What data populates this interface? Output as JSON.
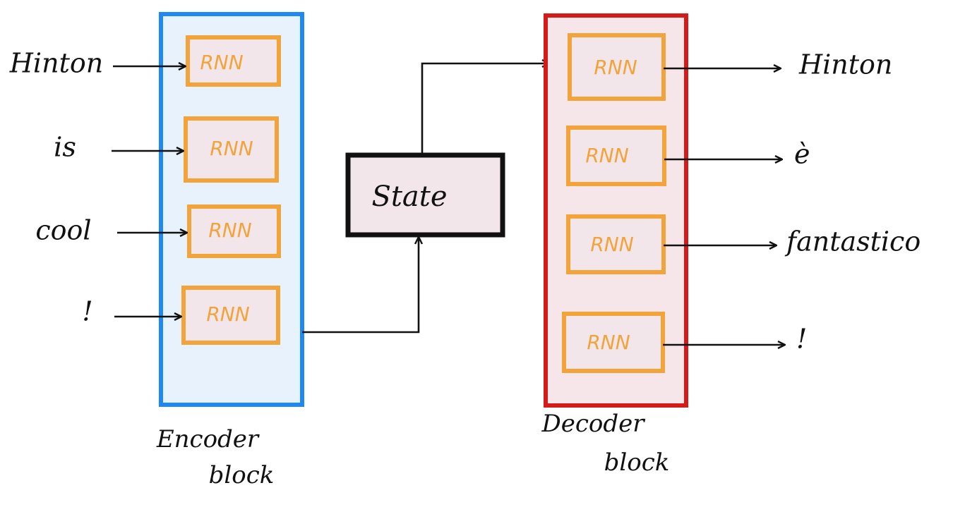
{
  "encoder": {
    "caption_line1": "Encoder",
    "caption_line2": "block",
    "inputs": [
      "Hinton",
      "is",
      "cool",
      "!"
    ],
    "cell_label": "RNN"
  },
  "state": {
    "label": "State"
  },
  "decoder": {
    "caption_line1": "Decoder",
    "caption_line2": "block",
    "outputs": [
      "Hinton",
      "è",
      "fantastico",
      "!"
    ],
    "cell_label": "RNN"
  },
  "colors": {
    "encoder_border": "#1e88f5",
    "encoder_fill": "#e8f2fd",
    "decoder_border": "#d51a1a",
    "decoder_fill": "#f6e6e9",
    "rnn_border": "#f2a33a",
    "state_border": "#111111"
  }
}
